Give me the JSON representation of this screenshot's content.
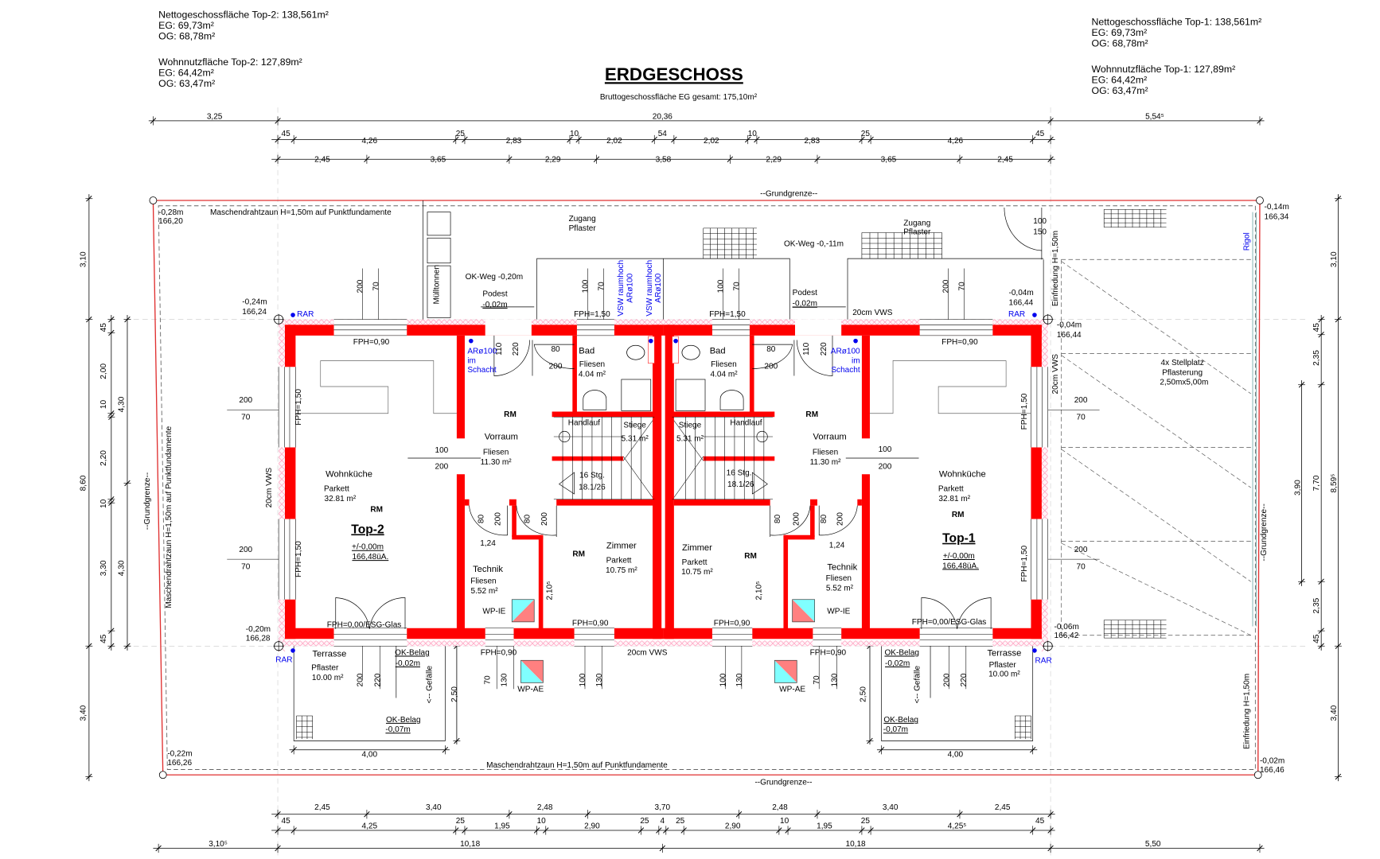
{
  "header": {
    "top2_area": [
      "Nettogeschossfläche Top-2: 138,561m²",
      "EG: 69,73m²",
      "OG: 68,78m²",
      "Wohnnutzfläche Top-2: 127,89m²",
      "EG: 64,42m²",
      "OG: 63,47m²"
    ],
    "top1_area": [
      "Nettogeschossfläche Top-1: 138,561m²",
      "EG: 69,73m²",
      "OG: 68,78m²",
      "Wohnnutzfläche Top-1: 127,89m²",
      "EG: 64,42m²",
      "OG: 63,47m²"
    ],
    "title": "ERDGESCHOSS",
    "subtitle": "Bruttogeschossfläche EG gesamt: 175,10m²"
  },
  "dimensions": {
    "top_overall": [
      "3,25",
      "20,36",
      "5,54⁵"
    ],
    "top_detail": [
      "45",
      "4,26",
      "25",
      "2,83",
      "10",
      "2,02",
      "54",
      "2,02",
      "10",
      "2,83",
      "25",
      "4,26",
      "45"
    ],
    "top_axes": [
      "2,45",
      "3,65",
      "2,29",
      "3,58",
      "2,29",
      "3,65",
      "2,45"
    ],
    "bottom_axes": [
      "2,45",
      "3,40",
      "2,48",
      "3,70",
      "2,48",
      "3,40",
      "2,45"
    ],
    "bottom_detail": [
      "45",
      "4,25",
      "25",
      "1,95",
      "10",
      "2,90",
      "25",
      "4",
      "25",
      "2,90",
      "10",
      "1,95",
      "25",
      "4,25⁵",
      "45"
    ],
    "bottom_overall": [
      "3,10⁵",
      "10,18",
      "10,18",
      "5,50"
    ],
    "left_overall": [
      "3,10",
      "8,60",
      "3,40"
    ],
    "left_detail": [
      "45",
      "2,00",
      "10",
      "2,20",
      "10",
      "3,30",
      "45"
    ],
    "left_sub": [
      "4,30",
      "4,30"
    ],
    "right_overall": [
      "3,10",
      "8,59⁵",
      "3,40"
    ],
    "right_detail": [
      "45",
      "2,35",
      "2,35",
      "45"
    ],
    "right_sub": [
      "3,90",
      "7,70"
    ]
  },
  "site": {
    "boundary_labels": [
      "--Grundgrenze--",
      "--Grundgrenze--",
      "--Grundgrenze--",
      "--Grundgrenze--"
    ],
    "fence_labels": [
      "Maschendrahtzaun H=1,50m auf Punktfundamente",
      "Maschendrahtzaun H=1,50m auf Punktfundamente",
      "Maschendrahtzaun H=1,50m auf Punktfundamente"
    ],
    "enclosure_labels": [
      "Einfriedung H=1,50m",
      "Einfriedung H=1,50m"
    ],
    "corner_levels": [
      "-0,28m",
      "166,20",
      "-0,14m",
      "166,34",
      "-0,22m",
      "166,26",
      "-0,02m",
      "166,46"
    ],
    "building_levels": [
      "-0,24m",
      "166,24",
      "-0,04m",
      "166,44",
      "-0,04m",
      "166,44",
      "-0,20m",
      "166,28",
      "-0,06m",
      "166,42"
    ],
    "access_left": [
      "Zugang",
      "Pflaster"
    ],
    "access_right": [
      "Zugang",
      "Pflaster"
    ],
    "path_left": "OK-Weg -0,20m",
    "path_right": "OK-Weg -0,-11m",
    "bins": "Mülltonnen",
    "gate": [
      "100",
      "150"
    ],
    "rigol": "Rigol",
    "parking": [
      "4x Stellplatz",
      "Pflasterung",
      "2,50mx5,00m"
    ],
    "vws": [
      "20cm VWS",
      "20cm VWS",
      "20cm VWS",
      "20cm VWS"
    ],
    "center": {
      "shafts": [
        "VSW raumhoch",
        "ARø100",
        "VSW raumhoch",
        "ARø100"
      ],
      "windows": [
        "FPH=1,50",
        "FPH=1,50"
      ],
      "window_dims": [
        "100",
        "70",
        "100",
        "70"
      ]
    },
    "wp_ae": [
      "WP-AE",
      "WP-AE"
    ]
  },
  "top2": {
    "name": "Top-2",
    "level": [
      "+/-0,00m",
      "166,48üA."
    ],
    "rar": [
      "RAR",
      "RAR"
    ],
    "podest": [
      "Podest",
      "-0,02m"
    ],
    "top_window": "FPH=0,90",
    "top_window_dims": [
      "200",
      "70"
    ],
    "ar": [
      "ARø100",
      "im",
      "Schacht"
    ],
    "entry_door": [
      "110",
      "220"
    ],
    "bath_door": [
      "80",
      "200"
    ],
    "bath": [
      "Bad",
      "Fliesen",
      "4.04 m²"
    ],
    "side_window_fph": [
      "FPH=1,50",
      "FPH=1,50"
    ],
    "side_window_dims": [
      "200",
      "70",
      "200",
      "70"
    ],
    "rm": [
      "RM",
      "RM",
      "RM"
    ],
    "stair": [
      "Handlauf",
      "Stiege",
      "5.31 m²",
      "16 Stg.",
      "18.1/26"
    ],
    "vorraum": [
      "Vorraum",
      "Fliesen",
      "11.30 m²"
    ],
    "kitchen_door": [
      "100",
      "200"
    ],
    "wohnkueche": [
      "Wohnküche",
      "Parkett",
      "32.81 m²"
    ],
    "lower_doors": [
      "80",
      "200",
      "80",
      "200"
    ],
    "technik_width": "1,24",
    "technik": [
      "Technik",
      "Fliesen",
      "5.52 m²"
    ],
    "zimmer": [
      "Zimmer",
      "Parkett",
      "10.75 m²"
    ],
    "zimmer_dim": "2,10⁵",
    "wp_ie": "WP-IE",
    "terrace_door": "FPH=0,00/ESG-Glas",
    "bottom_windows": [
      "FPH=0,90",
      "FPH=0,90"
    ],
    "terrace": [
      "Terrasse",
      "Pflaster",
      "10.00 m²"
    ],
    "ok_belag_1": [
      "OK-Belag",
      "-0,02m"
    ],
    "ok_belag_2": [
      "OK-Belag",
      "-0,07m"
    ],
    "terrace_door_dims": [
      "200",
      "220"
    ],
    "slope": "<-- Gefälle",
    "terrace_depth": "2,50",
    "terrace_width": "4,00",
    "wp_ae_dims": [
      "70",
      "130"
    ],
    "zimmer_window_dims": [
      "100",
      "130"
    ]
  },
  "top1": {
    "name": "Top-1",
    "level": [
      "+/-0,00m",
      "166,48üA."
    ],
    "rar": [
      "RAR",
      "RAR"
    ],
    "podest": [
      "Podest",
      "-0,02m"
    ],
    "top_window": "FPH=0,90",
    "top_window_dims": [
      "200",
      "70"
    ],
    "ar": [
      "ARø100",
      "im",
      "Schacht"
    ],
    "entry_door": [
      "110",
      "220"
    ],
    "bath_door": [
      "80",
      "200"
    ],
    "bath": [
      "Bad",
      "Fliesen",
      "4.04 m²"
    ],
    "side_window_fph": [
      "FPH=1,50",
      "FPH=1,50"
    ],
    "side_window_dims": [
      "200",
      "70",
      "200",
      "70"
    ],
    "rm": [
      "RM",
      "RM",
      "RM"
    ],
    "stair": [
      "Handlauf",
      "Stiege",
      "5.31 m²",
      "16 Stg.",
      "18.1/26"
    ],
    "vorraum": [
      "Vorraum",
      "Fliesen",
      "11.30 m²"
    ],
    "kitchen_door": [
      "100",
      "200"
    ],
    "wohnkueche": [
      "Wohnküche",
      "Parkett",
      "32.81 m²"
    ],
    "lower_doors": [
      "80",
      "200",
      "80",
      "200"
    ],
    "technik_width": "1,24",
    "technik": [
      "Technik",
      "Fliesen",
      "5.52 m²"
    ],
    "zimmer": [
      "Zimmer",
      "Parkett",
      "10.75 m²"
    ],
    "zimmer_dim": "2,10⁵",
    "wp_ie": "WP-IE",
    "terrace_door": "FPH=0,00/ESG-Glas",
    "bottom_windows": [
      "FPH=0,90",
      "FPH=0,90"
    ],
    "terrace": [
      "Terrasse",
      "Pflaster",
      "10.00 m²"
    ],
    "ok_belag_1": [
      "OK-Belag",
      "-0,02m"
    ],
    "ok_belag_2": [
      "OK-Belag",
      "-0,07m"
    ],
    "terrace_door_dims": [
      "200",
      "220"
    ],
    "slope": "<-- Gefälle",
    "terrace_depth": "2,50",
    "terrace_width": "4,00",
    "wp_ae_dims": [
      "70",
      "130"
    ],
    "zimmer_window_dims": [
      "100",
      "130"
    ]
  },
  "colors": {
    "wall": "#ff0000",
    "insulation": "#ff9dbd",
    "boundary": "#e03030",
    "annotation_blue": "#0000ee",
    "heat_pump_cyan": "#80ffff",
    "heat_pump_salmon": "#ff8080"
  }
}
